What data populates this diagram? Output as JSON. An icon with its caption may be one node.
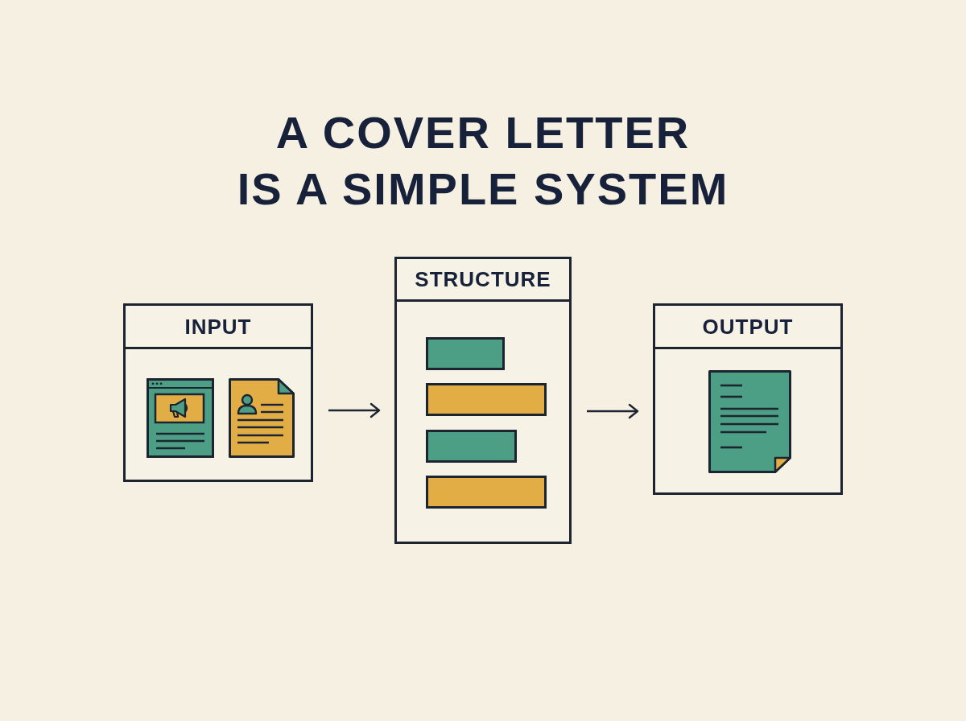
{
  "diagram": {
    "title": "A COVER LETTER IS A SIMPLE SYSTEM",
    "nodes": [
      {
        "text": [
          "INPUT"
        ]
      },
      {
        "text": [
          "STRUCTURE"
        ]
      },
      {
        "text": [
          "OUTPUT"
        ]
      }
    ],
    "edges": [
      {
        "from": 0,
        "to": 1,
        "arrow": "to"
      },
      {
        "from": 1,
        "to": 2,
        "arrow": "to"
      }
    ]
  }
}
